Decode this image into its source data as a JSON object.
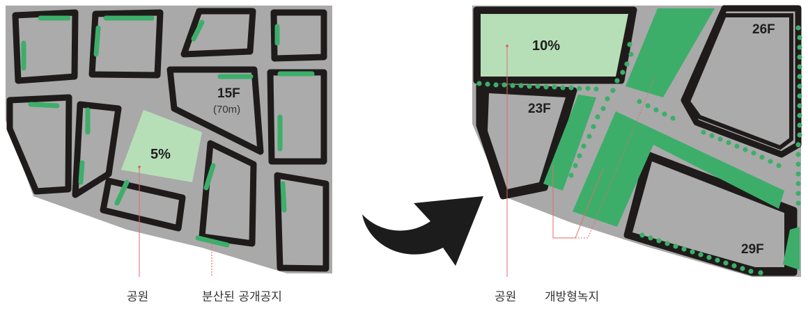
{
  "colors": {
    "street": "#a9a9a9",
    "block_outline": "#1f1b1b",
    "building": "#ababab",
    "park": "#b7dfb7",
    "green": "#3dae6a",
    "leader_line": "#e26a6a",
    "arrow": "#1c1c1c"
  },
  "before": {
    "park_ratio": "5%",
    "tower_floors": "15F",
    "tower_height": "(70m)",
    "label_park": "공원",
    "label_open_space": "분산된 공개공지"
  },
  "after": {
    "park_ratio": "10%",
    "tower_a_floors": "26F",
    "tower_b_floors": "23F",
    "tower_c_floors": "29F",
    "label_park": "공원",
    "label_green_buffer": "개방형녹지"
  },
  "icons": {
    "transition_arrow": "curved-arrow-icon"
  }
}
